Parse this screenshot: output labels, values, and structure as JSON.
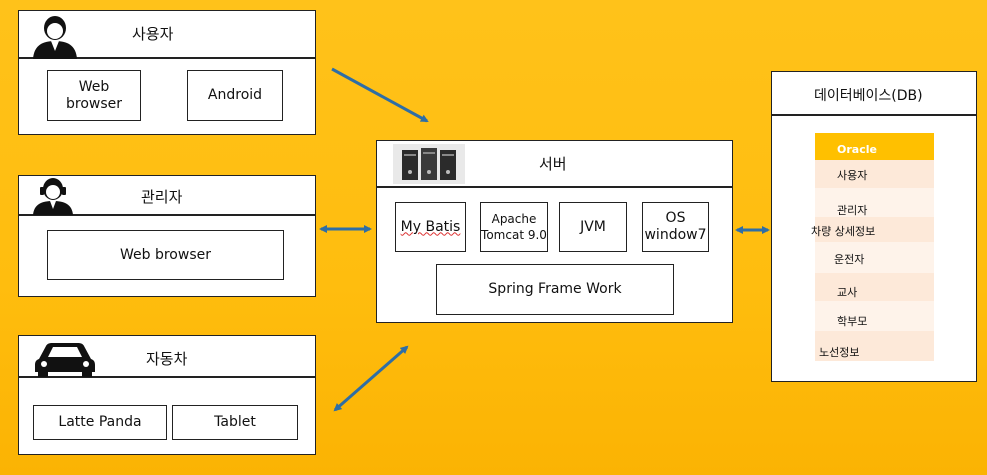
{
  "user_box": {
    "title": "사용자",
    "items": [
      "Web\nbrowser",
      "Android"
    ]
  },
  "admin_box": {
    "title": "관리자",
    "items": [
      "Web browser"
    ]
  },
  "car_box": {
    "title": "자동차",
    "items": [
      "Latte Panda",
      "Tablet"
    ]
  },
  "server_box": {
    "title": "서버",
    "items": [
      "My Batis",
      "Apache\nTomcat 9.0",
      "JVM",
      "OS\nwindow7"
    ],
    "framework": "Spring Frame Work"
  },
  "db_box": {
    "title": "데이터베이스(DB)",
    "header": "Oracle",
    "tables": [
      "사용자",
      "관리자",
      "차량 상세정보",
      "운전자",
      "교사",
      "학부모",
      "노선정보"
    ]
  },
  "colors": {
    "arrow": "#2e6ea6",
    "db_header": "#ffc000",
    "db_stripe_a": "#fde9d9",
    "db_stripe_b": "#fef3ea"
  }
}
